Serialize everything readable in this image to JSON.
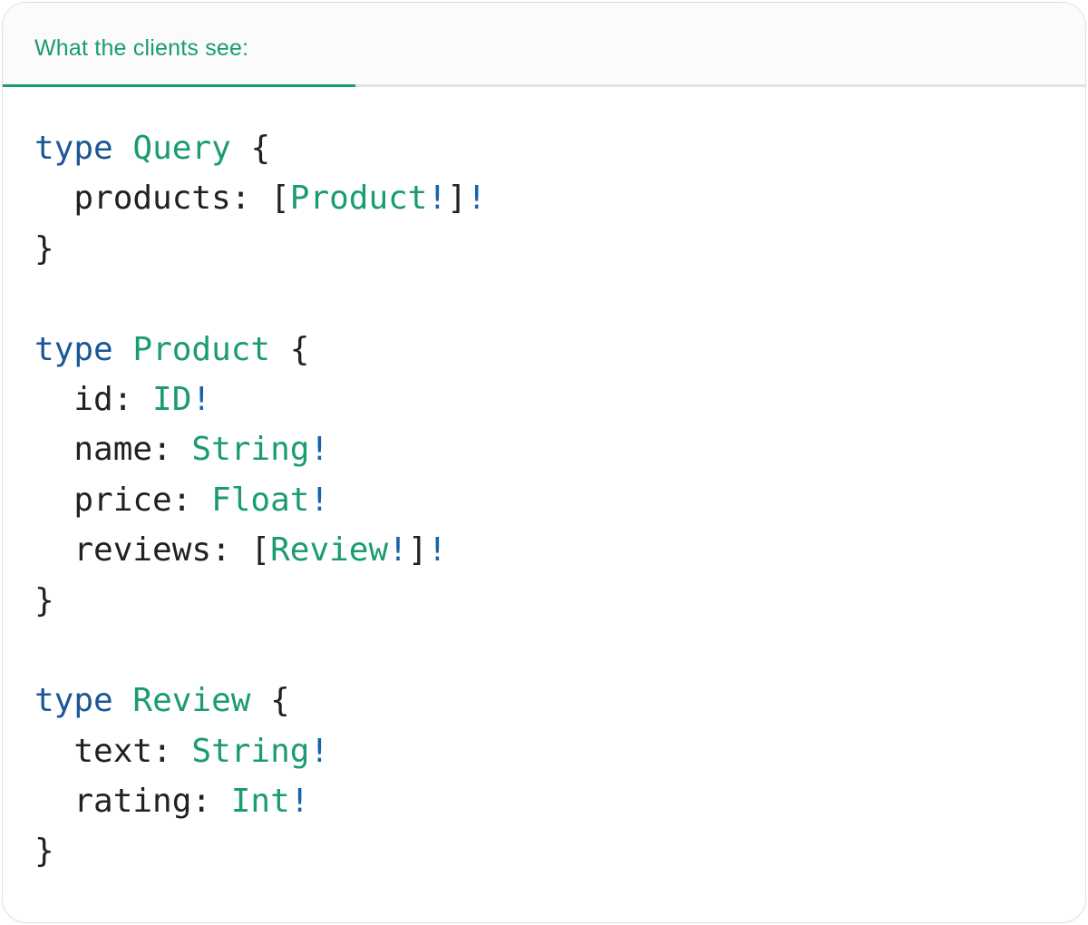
{
  "card": {
    "tab_label": "What the clients see:"
  },
  "colors": {
    "accent_teal": "#1a9b74",
    "keyword_blue": "#1a5796",
    "bang_blue": "#1763ab",
    "code_plain": "#212121",
    "tab_underline": "#1a9b74",
    "divider_gray": "#e3e3e3",
    "header_bg": "#fbfbfb",
    "card_border": "#cfe5da"
  },
  "code": {
    "language": "graphql",
    "lines": [
      [
        {
          "t": "type",
          "c": "keyword"
        },
        {
          "t": " ",
          "c": "plain"
        },
        {
          "t": "Query",
          "c": "typename"
        },
        {
          "t": " {",
          "c": "plain"
        }
      ],
      [
        {
          "t": "  products: [",
          "c": "plain"
        },
        {
          "t": "Product",
          "c": "typename"
        },
        {
          "t": "!",
          "c": "bang"
        },
        {
          "t": "]",
          "c": "plain"
        },
        {
          "t": "!",
          "c": "bang"
        }
      ],
      [
        {
          "t": "}",
          "c": "plain"
        }
      ],
      [],
      [
        {
          "t": "type",
          "c": "keyword"
        },
        {
          "t": " ",
          "c": "plain"
        },
        {
          "t": "Product",
          "c": "typename"
        },
        {
          "t": " {",
          "c": "plain"
        }
      ],
      [
        {
          "t": "  id: ",
          "c": "plain"
        },
        {
          "t": "ID",
          "c": "typename"
        },
        {
          "t": "!",
          "c": "bang"
        }
      ],
      [
        {
          "t": "  name: ",
          "c": "plain"
        },
        {
          "t": "String",
          "c": "typename"
        },
        {
          "t": "!",
          "c": "bang"
        }
      ],
      [
        {
          "t": "  price: ",
          "c": "plain"
        },
        {
          "t": "Float",
          "c": "typename"
        },
        {
          "t": "!",
          "c": "bang"
        }
      ],
      [
        {
          "t": "  reviews: [",
          "c": "plain"
        },
        {
          "t": "Review",
          "c": "typename"
        },
        {
          "t": "!",
          "c": "bang"
        },
        {
          "t": "]",
          "c": "plain"
        },
        {
          "t": "!",
          "c": "bang"
        }
      ],
      [
        {
          "t": "}",
          "c": "plain"
        }
      ],
      [],
      [
        {
          "t": "type",
          "c": "keyword"
        },
        {
          "t": " ",
          "c": "plain"
        },
        {
          "t": "Review",
          "c": "typename"
        },
        {
          "t": " {",
          "c": "plain"
        }
      ],
      [
        {
          "t": "  text: ",
          "c": "plain"
        },
        {
          "t": "String",
          "c": "typename"
        },
        {
          "t": "!",
          "c": "bang"
        }
      ],
      [
        {
          "t": "  rating: ",
          "c": "plain"
        },
        {
          "t": "Int",
          "c": "typename"
        },
        {
          "t": "!",
          "c": "bang"
        }
      ],
      [
        {
          "t": "}",
          "c": "plain"
        }
      ]
    ]
  }
}
